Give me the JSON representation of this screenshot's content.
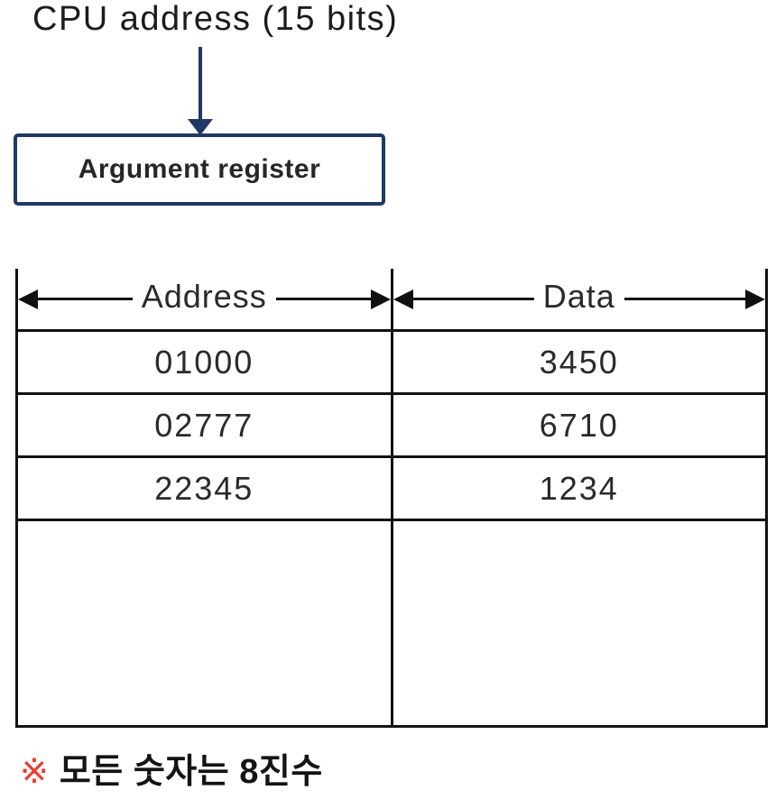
{
  "diagram": {
    "cpu_label": "CPU address (15 bits)",
    "register_label": "Argument register"
  },
  "table": {
    "columns": [
      {
        "label": "Address"
      },
      {
        "label": "Data"
      }
    ],
    "rows": [
      {
        "address": "01000",
        "data": "3450"
      },
      {
        "address": "02777",
        "data": "6710"
      },
      {
        "address": "22345",
        "data": "1234"
      }
    ],
    "empty_row": {
      "address": "",
      "data": ""
    }
  },
  "footnote": {
    "marker": "※",
    "text": "모든 숫자는 8진수"
  },
  "colors": {
    "accent_navy": "#1f3864",
    "marker_red": "#ee3a2e",
    "line_black": "#111111",
    "text_dark": "#262626"
  }
}
